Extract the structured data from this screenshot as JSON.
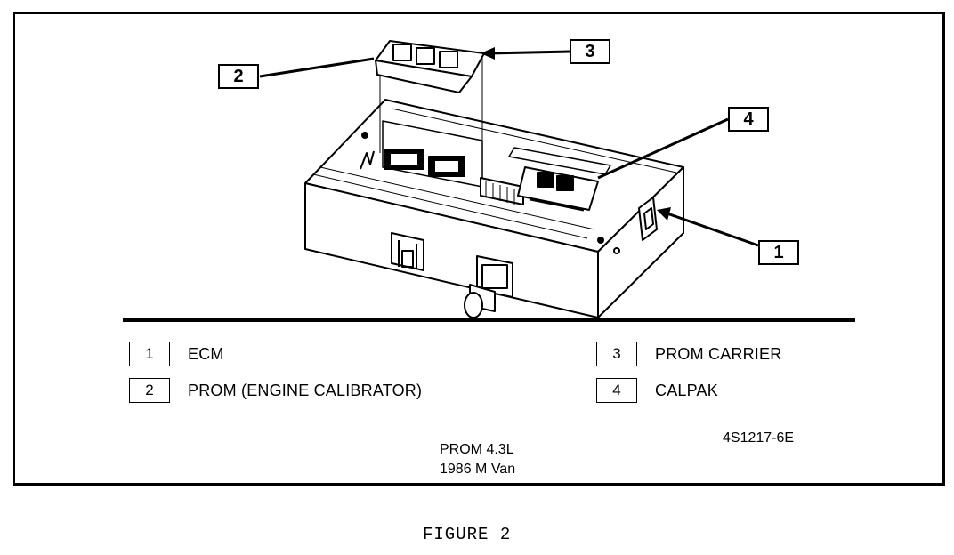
{
  "callouts": [
    "1",
    "2",
    "3",
    "4"
  ],
  "legend": [
    {
      "num": "1",
      "label": "ECM"
    },
    {
      "num": "2",
      "label": "PROM (ENGINE CALIBRATOR)"
    },
    {
      "num": "3",
      "label": "PROM CARRIER"
    },
    {
      "num": "4",
      "label": "CALPAK"
    }
  ],
  "part_number": "4S1217-6E",
  "subject_line1": "PROM 4.3L",
  "subject_line2": "1986 M Van",
  "caption": "FIGURE 2"
}
